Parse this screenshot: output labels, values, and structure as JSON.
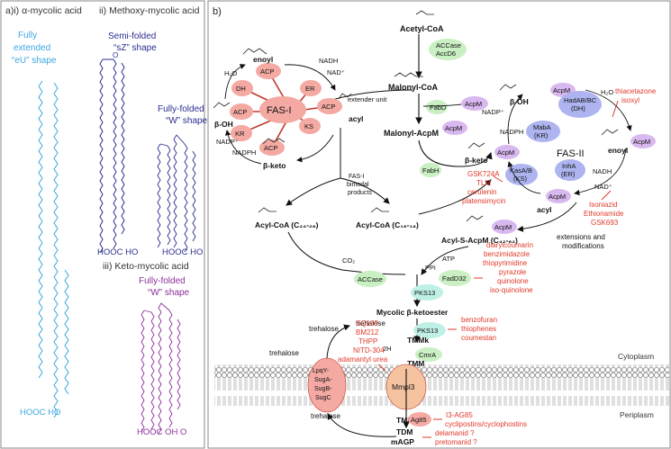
{
  "panel_a": {
    "title_i": "a)i) α-mycolic acid",
    "title_ii": "ii) Methoxy-mycolic acid",
    "title_iii": "iii) Keto-mycolic acid",
    "shape_eu": [
      "Fully",
      "extended",
      "“eU” shape"
    ],
    "shape_sz": [
      "Semi-folded",
      "“sZ” shape"
    ],
    "shape_w_methoxy": [
      "Fully-folded",
      "“W” shape"
    ],
    "shape_w_keto": [
      "Fully-folded",
      "“W” shape"
    ],
    "head_i": "HOOC  HO",
    "head_ii_a": "HOOC  HO",
    "head_ii_b": "HOOC  HO",
    "head_iii": "HOOC OH O"
  },
  "panel_b": {
    "label": "b)",
    "acetyl": "Acetyl-CoA",
    "accase_accd6": [
      "ACCase",
      "AccD6"
    ],
    "malonyl_coa": "Malonyl-CoA",
    "extender": "extender unit",
    "fabd": "FabD",
    "malonyl_acpm": "Malonyl-AcpM",
    "fabh": "FabH",
    "fas1": "FAS-I",
    "fas1_domains": [
      "ACP",
      "DH",
      "ER",
      "KR",
      "ACP",
      "KS",
      "ACP",
      "ACP"
    ],
    "enoyl": "enoyl",
    "acyl": "acyl",
    "beta_oh": "β-OH",
    "beta_keto": "β-keto",
    "h2o": "H₂O",
    "nadh": "NADH",
    "nad": "NAD⁺",
    "nadp": "NADP⁺",
    "nadph": "NADPH",
    "fas1_products": [
      "FAS-I",
      "bimodal",
      "products"
    ],
    "acyl_coa_long": "Acyl-CoA (C₂₄-₂₆)",
    "acyl_coa_short": "Acyl-CoA (C₁₆-₁₈)",
    "fas2": "FAS-II",
    "maba": [
      "MabA",
      "(KR)"
    ],
    "hadab": [
      "HadAB/BC",
      "(DH)"
    ],
    "inha": [
      "InhA",
      "(ER)"
    ],
    "kasab": [
      "KasA/B",
      "(KS)"
    ],
    "acpm": "AcpM",
    "inhib_thiacetazone": [
      "thiacetazone",
      "isoxyl"
    ],
    "inhib_kas": [
      "GSK724A",
      "TLM",
      "cerulenin",
      "platensimycin"
    ],
    "inhib_inha": [
      "Isoniazid",
      "Ethionamide",
      "GSK693"
    ],
    "ext_mod": [
      "extensions and",
      "modifications"
    ],
    "acyl_s_acpm": "Acyl-S-AcpM (C₄₂-₆₂)",
    "atp": "ATP",
    "ppi": "PPi",
    "co2": "CO₂",
    "accase": "ACCase",
    "fadd32": "FadD32",
    "inhib_fadd32": [
      "diarylcoumarin",
      "benzimidazole",
      "thiopyrimidine",
      "pyrazole",
      "quinolone",
      "iso-quinolone"
    ],
    "pks13": "PKS13",
    "mycolic_ketoester": "Mycolic β-ketoester",
    "trehalose": "trehalose",
    "pks13b": "PKS13",
    "inhib_pks13": [
      "benzofuran",
      "thiophenes",
      "coumestan"
    ],
    "tmmk": "TMMk",
    "twoh": "2H",
    "cmra": "CmrA",
    "tmm": "TMM",
    "inhib_mmpl3": [
      "SQ109",
      "BM212",
      "THPP",
      "NITD-304",
      "adamantyl  urea"
    ],
    "lpqy": [
      "LpqY-",
      "SugA-",
      "SugB-",
      "SugC"
    ],
    "mmpl3": "Mmpl3",
    "cytoplasm": "Cytoplasm",
    "periplasm": "Periplasm",
    "trehalose2": "trehalose",
    "trehalose3": "trehalose",
    "tmm2": "TMM",
    "ag85": "Ag85",
    "inhib_ag85": [
      "I3-AG85",
      "cyclipostins/cyclophostins"
    ],
    "tdm": "TDM",
    "magp": "mAGP",
    "inhib_tdm": [
      "delamanid ?",
      "pretomanid ?"
    ]
  },
  "colors": {
    "cyan": "#3aa7e0",
    "navy": "#2b2f8f",
    "purple": "#8e2f9e",
    "red": "#e03a2a",
    "pink_fill": "#f4a9a3",
    "green_fill": "#c9efc2",
    "lilac_fill": "#d9b8ef",
    "blue_fill": "#aeb4f0",
    "teal_fill": "#bff0e6",
    "mmpl3_fill": "#f6c3a0"
  }
}
